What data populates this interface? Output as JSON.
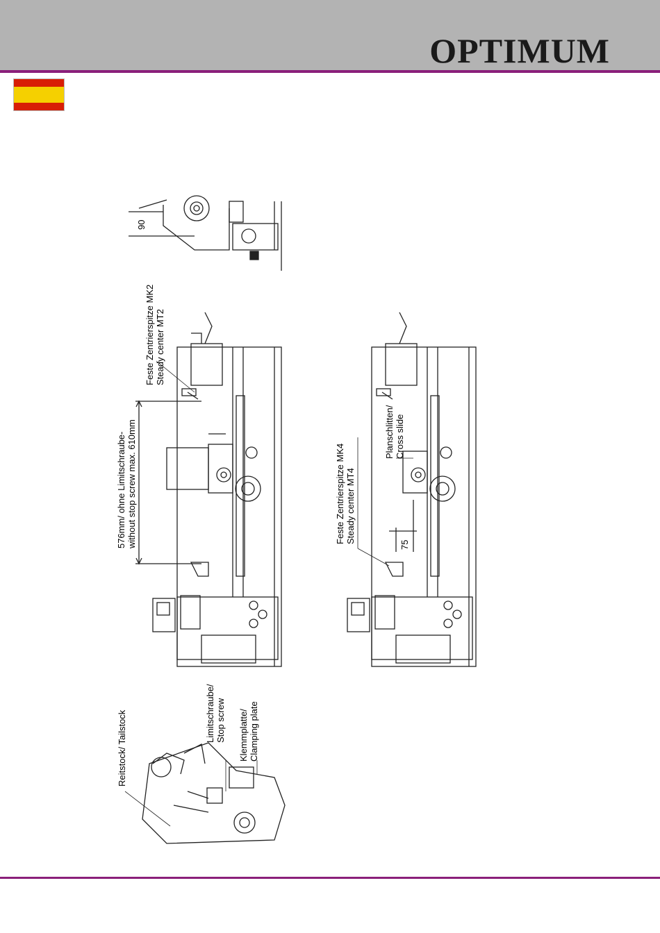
{
  "header": {
    "brand": "OPTIMUM"
  },
  "flag": {
    "country": "Spain",
    "colors": [
      "#d81e05",
      "#f5d000",
      "#d81e05"
    ]
  },
  "figure1": {
    "dim_height": "90",
    "center_label_1": "Feste Zentrierspitze MK2",
    "center_label_2": "Steady center MT2",
    "length_label_1": "576mm/ ohne Limitschraube-",
    "length_label_2": "without stop screw max. 610mm"
  },
  "figure2": {
    "center_label_1": "Feste Zentrierspitze MK4",
    "center_label_2": "Steady center MT4",
    "cross_slide_1": "Planschlitten/",
    "cross_slide_2": "Cross slide",
    "dim_75": "75"
  },
  "figure3": {
    "tailstock": "Reitstock/ Tailstock",
    "stop_screw_1": "Limitschraube/",
    "stop_screw_2": "Stop screw",
    "clamping_1": "Klemmplatte/",
    "clamping_2": "Clamping plate"
  }
}
